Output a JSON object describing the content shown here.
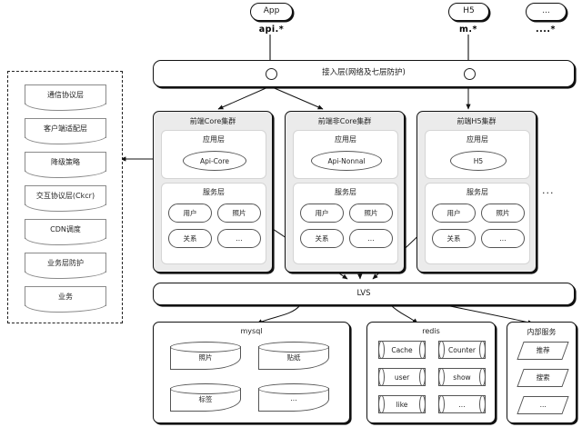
{
  "diagram": {
    "clients": [
      {
        "id": "app",
        "label": "App",
        "protocol": "api.*"
      },
      {
        "id": "h5",
        "label": "H5",
        "protocol": "m.*"
      },
      {
        "id": "other",
        "label": "...",
        "protocol": "....*"
      }
    ],
    "access_layer": {
      "label": "接入层(网络及七层防护)"
    },
    "side_panel": {
      "items": [
        {
          "label": "通信协议层"
        },
        {
          "label": "客户端适配层"
        },
        {
          "label": "降级策略"
        },
        {
          "label": "交互协议层(Ckcr)"
        },
        {
          "label": "CDN调度"
        },
        {
          "label": "业务层防护"
        },
        {
          "label": "业务"
        }
      ]
    },
    "clusters": [
      {
        "title": "前端Core集群",
        "app_layer": {
          "title": "应用层",
          "node": "Api-Core"
        },
        "service_layer": {
          "title": "服务层",
          "nodes": [
            "用户",
            "照片",
            "关系",
            "..."
          ]
        }
      },
      {
        "title": "前端非Core集群",
        "app_layer": {
          "title": "应用层",
          "node": "Api-Nonnal"
        },
        "service_layer": {
          "title": "服务层",
          "nodes": [
            "用户",
            "照片",
            "关系",
            "..."
          ]
        }
      },
      {
        "title": "前端H5集群",
        "app_layer": {
          "title": "应用层",
          "node": "H5"
        },
        "service_layer": {
          "title": "服务层",
          "nodes": [
            "用户",
            "照片",
            "关系",
            "..."
          ]
        }
      }
    ],
    "clusters_more": "...",
    "lvs": {
      "label": "LVS"
    },
    "storage": {
      "mysql": {
        "title": "mysql",
        "nodes": [
          "照片",
          "贴纸",
          "标签",
          "..."
        ]
      },
      "redis": {
        "title": "redis",
        "nodes": [
          "Cache",
          "Counter",
          "user",
          "show",
          "like",
          "..."
        ]
      },
      "internal": {
        "title": "内部服务",
        "nodes": [
          "推荐",
          "搜索",
          "..."
        ]
      }
    }
  }
}
